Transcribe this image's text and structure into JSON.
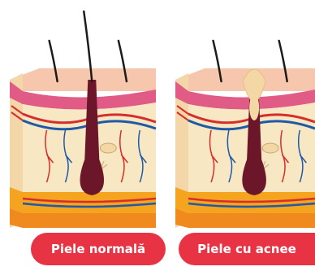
{
  "colors": {
    "label_background": "#e83344",
    "label_text": "#ffffff",
    "epidermis_top": "#f6c7ad",
    "epidermis_pink": "#e05b86",
    "dermis": "#f8e7c3",
    "dermis_side": "#f3d7a9",
    "fat_layer": "#f4a41f",
    "fat_deep": "#f08a1f",
    "vein": "#1e5aa8",
    "artery": "#d62d2d",
    "follicle": "#6b1729",
    "hair": "#1f1a1a",
    "pimple": "#f3d7a4"
  },
  "panels": [
    {
      "name": "normal-skin",
      "label": "Piele normală",
      "shows_pimple": false,
      "hair_count": 3
    },
    {
      "name": "acne-skin",
      "label": "Piele cu acnee",
      "shows_pimple": true,
      "hair_count": 2
    }
  ]
}
